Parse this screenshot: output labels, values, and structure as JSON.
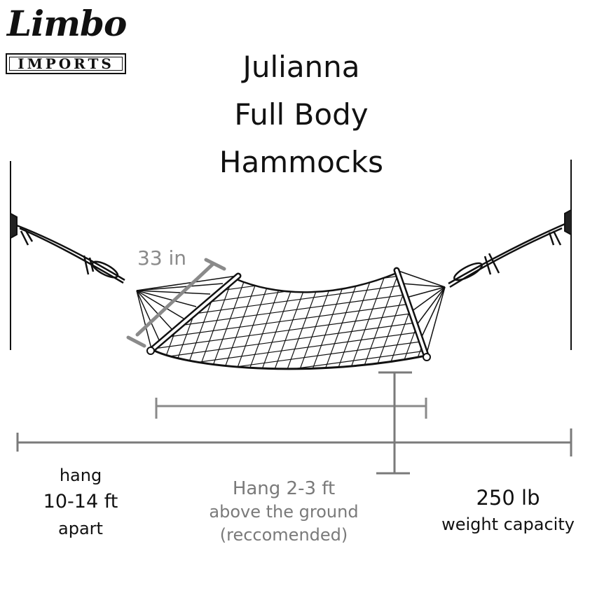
{
  "logo": {
    "script": "Limbo",
    "sub": "IMPORTS"
  },
  "title": {
    "line1": "Julianna",
    "line2": "Full Body",
    "line3": "Hammocks"
  },
  "dimension_label": "33 in",
  "labels": {
    "spacing": {
      "line1": "hang",
      "line2": "10-14 ft",
      "line3": "apart"
    },
    "height": {
      "line1": "Hang 2-3 ft",
      "line2": "above the ground",
      "line3": "(reccomended)"
    },
    "capacity": {
      "line1": "250 lb",
      "line2": "weight capacity"
    }
  },
  "colors": {
    "ink": "#111111",
    "gray": "#7a7a7a"
  }
}
